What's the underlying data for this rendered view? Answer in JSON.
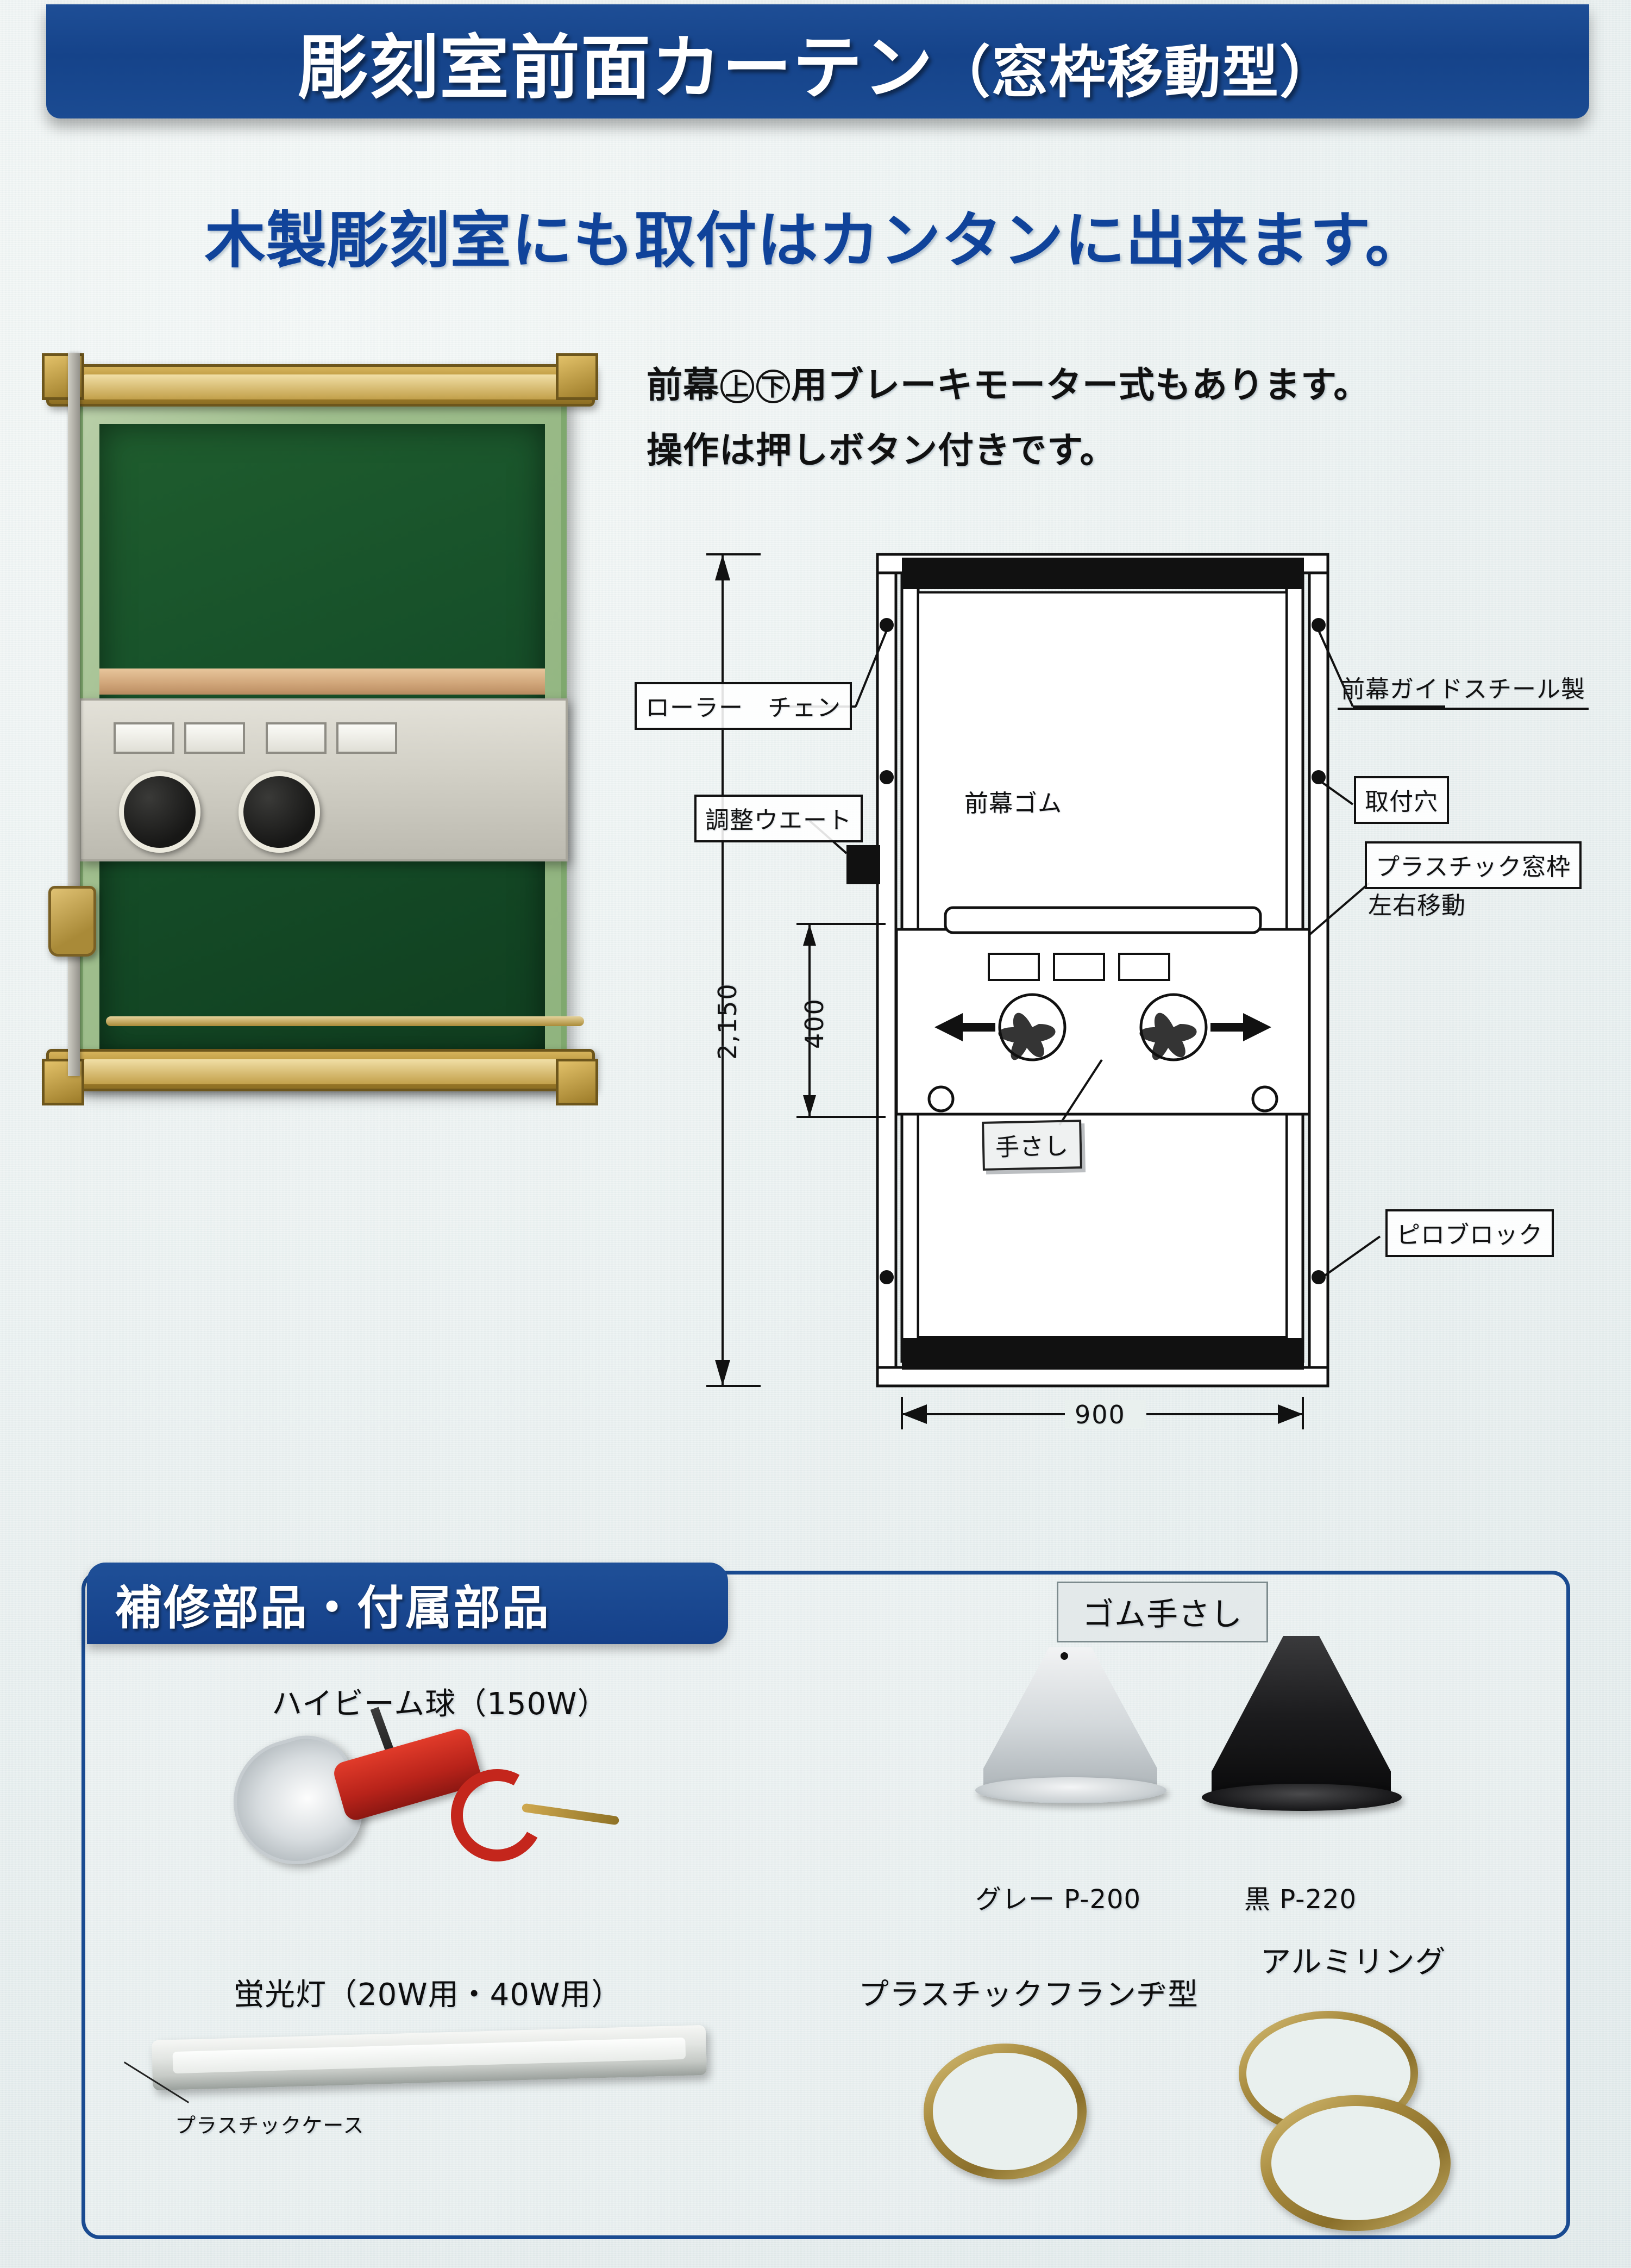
{
  "page": {
    "title": "彫刻室前面カーテン",
    "title_suffix": "（窓枠移動型）",
    "subtitle": "木製彫刻室にも取付はカンタンに出来ます。",
    "accent_color": "#1a4b91",
    "subtitle_color": "#10439a",
    "background_color": "#e7eeee"
  },
  "notes": {
    "line1_a": "前幕",
    "line1_circle_up": "上",
    "line1_circle_down": "下",
    "line1_b": "用ブレーキモーター式もあります。",
    "line2": "操作は押しボタン付きです。"
  },
  "diagram": {
    "labels": {
      "roller_chain": "ローラー　チェン",
      "adjust_weight": "調整ウエート",
      "front_curtain_rubber": "前幕ゴム",
      "front_curtain_guide": "前幕ガイドスチール製",
      "mounting_hole": "取付穴",
      "plastic_window_frame": "プラスチック窓枠",
      "lateral_movement": "左右移動",
      "hand_insert": "手さし",
      "pillow_block": "ピロブロック"
    },
    "dimensions": {
      "total_height": "2,150",
      "frame_height": "400",
      "width": "900"
    }
  },
  "parts_section": {
    "header": "補修部品・付属部品",
    "rubber_hand_insert_header": "ゴム手さし",
    "items": [
      {
        "label": "ハイビーム球（150W）"
      },
      {
        "label": "グレー P-200"
      },
      {
        "label": "黒 P-220"
      },
      {
        "label": "蛍光灯（20W用・40W用）"
      },
      {
        "label": "プラスチックケース"
      },
      {
        "label": "プラスチックフランヂ型"
      },
      {
        "label": "アルミリング"
      }
    ]
  }
}
